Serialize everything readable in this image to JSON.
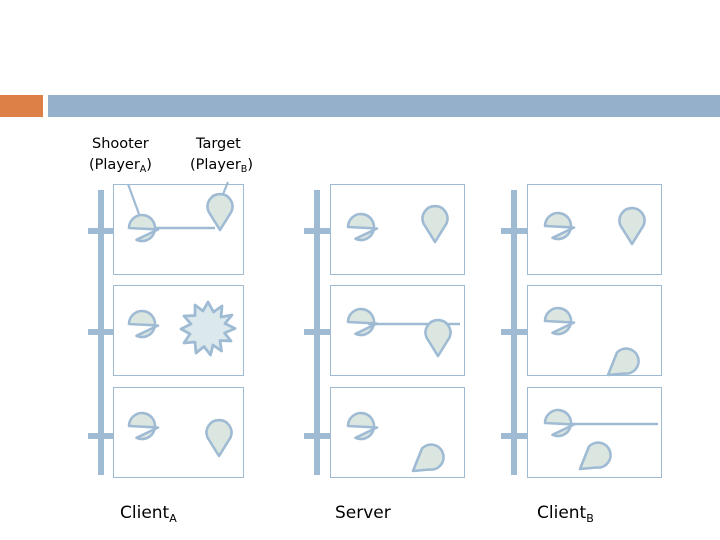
{
  "banner": {
    "accent_color": "#dd8047",
    "bar_color": "#94b0cb"
  },
  "headers": {
    "shooter_line1": "Shooter",
    "shooter_line2_pre": "(Player",
    "shooter_line2_sub": "A",
    "shooter_line2_post": ")",
    "target_line1": "Target",
    "target_line2_pre": "(Player",
    "target_line2_sub": "B",
    "target_line2_post": ")"
  },
  "columns": [
    {
      "id": "client-a",
      "label_pre": "Client",
      "label_sub": "A"
    },
    {
      "id": "server",
      "label_pre": "Server",
      "label_sub": ""
    },
    {
      "id": "client-b",
      "label_pre": "Client",
      "label_sub": "B"
    }
  ],
  "diagram": {
    "shape_fill": "#dce6e0",
    "shape_stroke": "#9fbbd4",
    "line_color": "#9fbbd4",
    "explosion_fill": "#dce9ec",
    "rows": 3,
    "panels": [
      {
        "column": "client-a",
        "row": 1,
        "contents": [
          "shooter-teardrop",
          "target-teardrop",
          "shot-line",
          "shooter-arrow",
          "target-arrow"
        ]
      },
      {
        "column": "client-a",
        "row": 2,
        "contents": [
          "shooter-teardrop",
          "explosion-burst"
        ]
      },
      {
        "column": "client-a",
        "row": 3,
        "contents": [
          "shooter-teardrop",
          "target-teardrop-moved"
        ]
      },
      {
        "column": "server",
        "row": 1,
        "contents": [
          "shooter-teardrop",
          "target-teardrop"
        ]
      },
      {
        "column": "server",
        "row": 2,
        "contents": [
          "shooter-teardrop",
          "shot-line-miss",
          "target-teardrop-moved"
        ]
      },
      {
        "column": "server",
        "row": 3,
        "contents": [
          "shooter-teardrop",
          "target-teardrop-moved"
        ]
      },
      {
        "column": "client-b",
        "row": 1,
        "contents": [
          "shooter-teardrop",
          "target-teardrop"
        ]
      },
      {
        "column": "client-b",
        "row": 2,
        "contents": [
          "shooter-teardrop",
          "target-teardrop-moved"
        ]
      },
      {
        "column": "client-b",
        "row": 3,
        "contents": [
          "shooter-teardrop",
          "shot-line-miss",
          "target-teardrop-moved"
        ]
      }
    ]
  }
}
